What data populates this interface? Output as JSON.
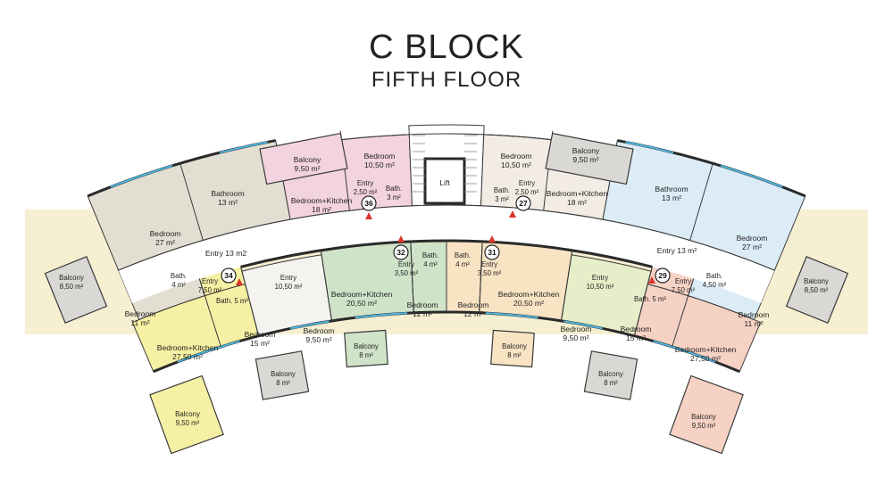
{
  "header": {
    "title": "C BLOCK",
    "subtitle": "FIFTH FLOOR"
  },
  "colors": {
    "band": "#f7efd2",
    "left_gray": "#e3ded2",
    "yellow": "#f6f0a4",
    "white_unit": "#f4f3f0",
    "green": "#cfe3c9",
    "peach": "#f8e3c3",
    "lime": "#e5eec8",
    "salmon": "#f6d2c4",
    "blue": "#dcecf7",
    "pink": "#f3d3df",
    "balcony_gray": "#d9d8d4",
    "marker_red": "#d9352a"
  },
  "core": {
    "lift": "Lift"
  },
  "unit_numbers": [
    "36",
    "27",
    "34",
    "32",
    "31",
    "29"
  ],
  "rooms": {
    "pinkBalcony": [
      "Balcony",
      "9,50 m²"
    ],
    "pinkBedroom": [
      "Bedroom",
      "10,50 m²"
    ],
    "pinkBK": [
      "Bedroom+Kitchen",
      "18 m²"
    ],
    "pinkEntry": [
      "Entry",
      "2,50 m²"
    ],
    "pinkBath": [
      "Bath.",
      "3 m²"
    ],
    "grayBathroom": [
      "Bathroom",
      "13 m²"
    ],
    "grayBedroom": [
      "Bedroom",
      "27 m²"
    ],
    "grayEntry": [
      "Entry 13 m2"
    ],
    "grayBalcony": [
      "Balcony",
      "8,50 m²"
    ],
    "ylBath": [
      "Bath.",
      "4 m²"
    ],
    "ylEntry": [
      "Entry",
      "7,50 m²"
    ],
    "ylBedroom": [
      "Bedroom",
      "11 m²"
    ],
    "ylBK": [
      "Bedroom+Kitchen",
      "27,50 m²"
    ],
    "ylBalcony": [
      "Balcony",
      "9,50 m²"
    ],
    "whBath": [
      "Bath. 5 m²"
    ],
    "whEntry": [
      "Entry",
      "10,50 m²"
    ],
    "whBedroom1": [
      "Bedroom",
      "15 m²"
    ],
    "whBedroom2": [
      "Bedroom",
      "9,50 m²"
    ],
    "whBalcony": [
      "Balcony",
      "8 m²"
    ],
    "grEntry": [
      "Entry",
      "3,50 m²"
    ],
    "grBath": [
      "Bath.",
      "4 m²"
    ],
    "grBK": [
      "Bedroom+Kitchen",
      "20,50 m²"
    ],
    "grBedroom": [
      "Bedroom",
      "12 m²"
    ],
    "grBalcony": [
      "Balcony",
      "8 m²"
    ],
    "pcBath": [
      "Bath.",
      "4 m²"
    ],
    "pcEntry": [
      "Entry",
      "3,50 m²"
    ],
    "pcBedroom": [
      "Bedroom",
      "12 m²"
    ],
    "pcBK": [
      "Bedroom+Kitchen",
      "20,50 m²"
    ],
    "pcBalcony": [
      "Balcony",
      "8 m²"
    ],
    "bpBedroom": [
      "Bedroom",
      "10,50 m²"
    ],
    "bpBalcony": [
      "Balcony",
      "9,50 m²"
    ],
    "bpEntry": [
      "Entry",
      "2,50 m²"
    ],
    "bpBath": [
      "Bath.",
      "3 m²"
    ],
    "bpBK": [
      "Bedroom+Kitchen",
      "18 m²"
    ],
    "blBathroom": [
      "Bathroom",
      "13 m²"
    ],
    "blBedroom": [
      "Bedroom",
      "27 m²"
    ],
    "blEntry": [
      "Entry 13 m²"
    ],
    "blBalcony": [
      "Balcony",
      "8,50 m²"
    ],
    "lmEntry": [
      "Entry",
      "10,50 m²"
    ],
    "lmBath": [
      "Bath. 5 m²"
    ],
    "lmBedroom1": [
      "Bedroom",
      "9,50 m²"
    ],
    "lmBedroom2": [
      "Bedroom",
      "15 m²"
    ],
    "lmBalcony": [
      "Balcony",
      "8 m²"
    ],
    "saEntry": [
      "Entry",
      "7,50 m²"
    ],
    "saBath": [
      "Bath.",
      "4,50 m²"
    ],
    "saBedroom": [
      "Bedroom",
      "11 m²"
    ],
    "saBK": [
      "Bedroom+Kitchen",
      "27,50 m²"
    ],
    "saBalcony": [
      "Balcony",
      "9,50 m²"
    ]
  }
}
